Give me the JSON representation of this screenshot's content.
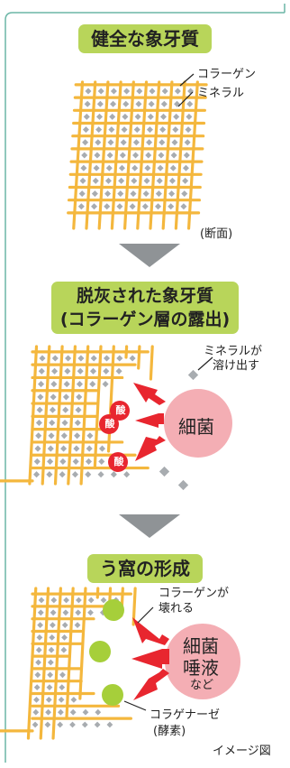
{
  "colors": {
    "border": "#6bb6a6",
    "title_bg": "#b8d55a",
    "grid": "#f4b73d",
    "mineral": "#a8acb0",
    "bacteria": "#f4aeb4",
    "acid": "#e8262f",
    "arrow": "#e8262f",
    "enzyme": "#a6cf3a",
    "down_arrow": "#8f9396"
  },
  "section1": {
    "title": "健全な象牙質",
    "collagen_label": "コラーゲン",
    "mineral_label": "ミネラル",
    "cross_section_label": "(断面)"
  },
  "section2": {
    "title_line1": "脱灰された象牙質",
    "title_line2": "(コラーゲン層の露出)",
    "mineral_dissolve_label_line1": "ミネラルが",
    "mineral_dissolve_label_line2": "溶け出す",
    "bacteria_label": "細菌",
    "acid_label": "酸"
  },
  "section3": {
    "title": "う窩の形成",
    "collagen_break_label_line1": "コラーゲンが",
    "collagen_break_label_line2": "壊れる",
    "bacteria_label": "細菌",
    "saliva_label": "唾液",
    "etc_label": "など",
    "enzyme_label_line1": "コラゲナーゼ",
    "enzyme_label_line2": "(酵素)"
  },
  "footer": {
    "image_note": "イメージ図"
  }
}
